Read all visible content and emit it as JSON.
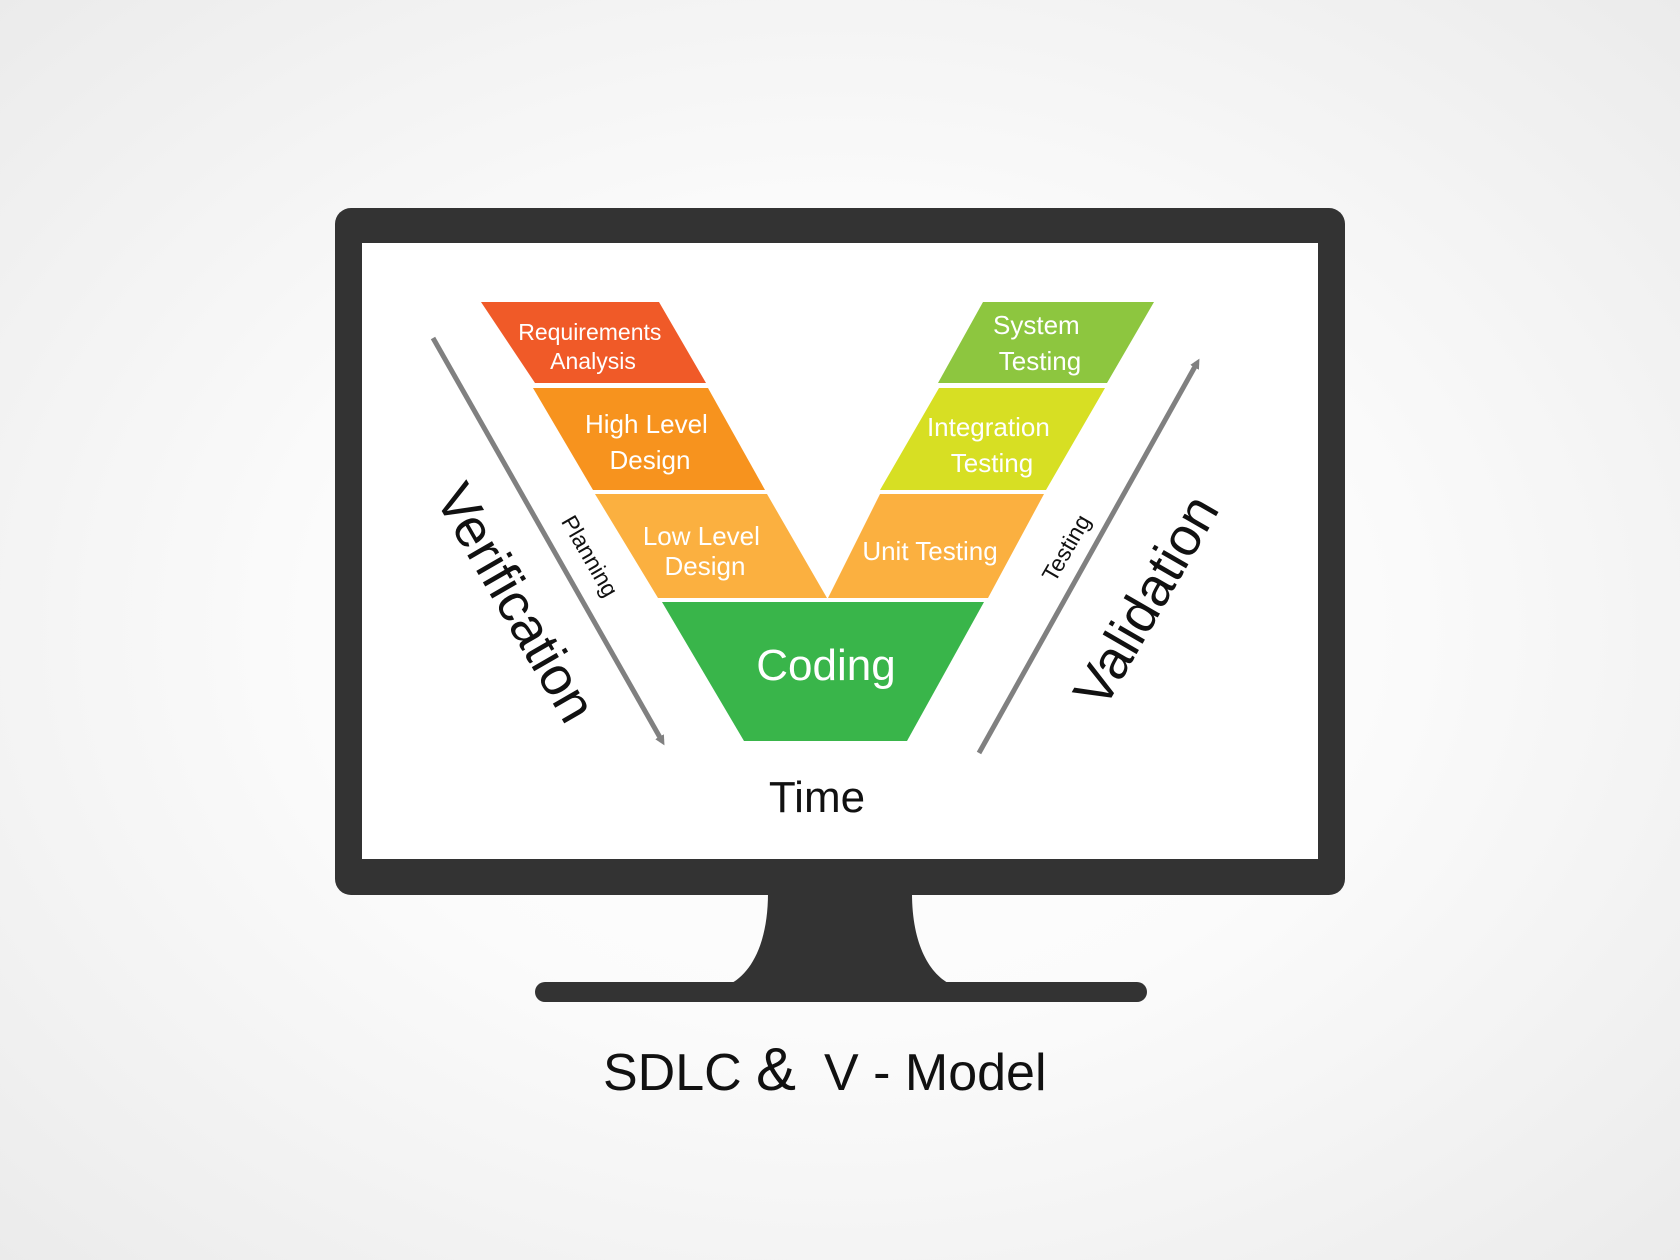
{
  "diagram": {
    "title": {
      "part1": "SDLC",
      "part2": "&",
      "part3": "V - Model"
    },
    "left_side_label": "Verification",
    "right_side_label": "Validation",
    "left_arrow_label": "Planning",
    "right_arrow_label": "Testing",
    "bottom_label": "Time",
    "stages": [
      {
        "id": "requirements-analysis",
        "lines": [
          "Requirements",
          "Analysis"
        ],
        "color": "#f05a28"
      },
      {
        "id": "high-level-design",
        "lines": [
          "High Level",
          "Design"
        ],
        "color": "#f7931e"
      },
      {
        "id": "low-level-design",
        "lines": [
          "Low Level",
          "Design"
        ],
        "color": "#fbb040"
      },
      {
        "id": "coding",
        "lines": [
          "Coding"
        ],
        "color": "#39b54a"
      },
      {
        "id": "unit-testing",
        "lines": [
          "Unit Testing"
        ],
        "color": "#fbb040"
      },
      {
        "id": "integration-testing",
        "lines": [
          "Integration",
          "Testing"
        ],
        "color": "#d7df23"
      },
      {
        "id": "system-testing",
        "lines": [
          "System",
          "Testing"
        ],
        "color": "#8dc63f"
      }
    ],
    "colors": {
      "monitor": "#333333",
      "screen": "#ffffff",
      "arrow": "#808080",
      "text_dark": "#111111",
      "text_light": "#ffffff"
    }
  }
}
